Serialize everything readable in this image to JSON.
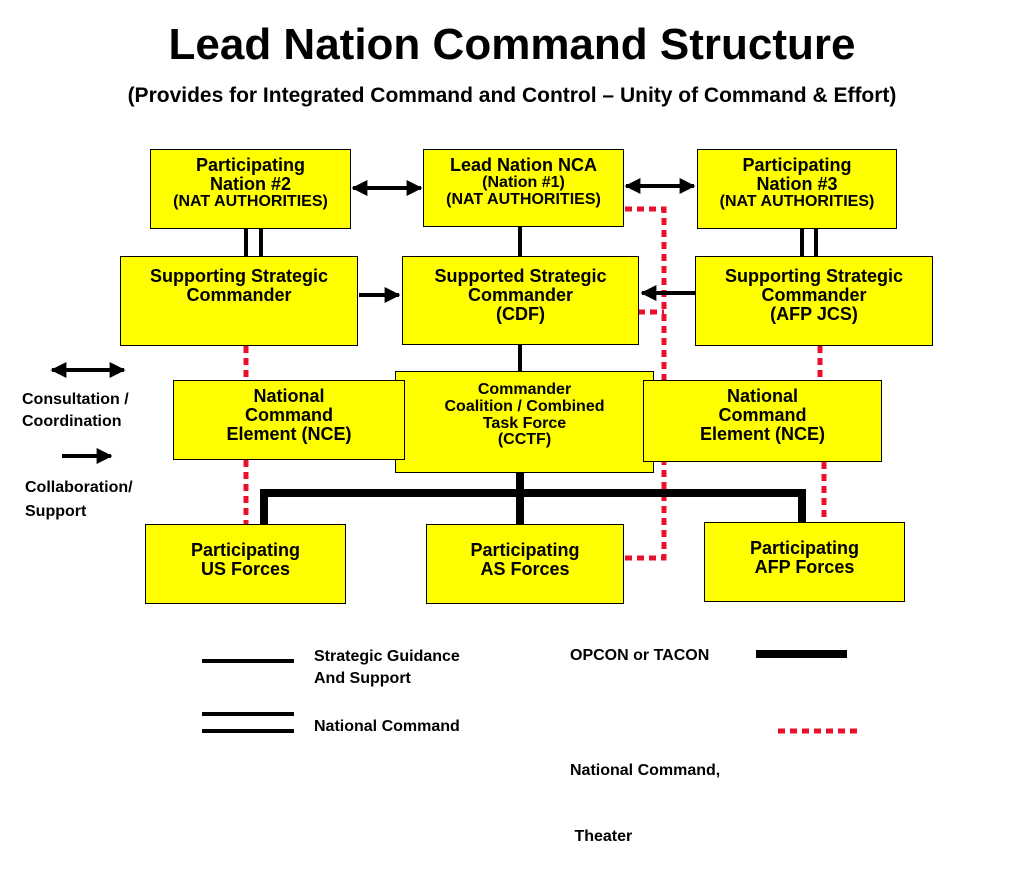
{
  "title": "Lead Nation Command Structure",
  "subtitle": "(Provides for  Integrated Command and Control – Unity of Command & Effort)",
  "boxes": {
    "pn2": {
      "l1": "Participating",
      "l2": "Nation #2",
      "l3": "(NAT AUTHORITIES)"
    },
    "lead_nca": {
      "l1": "Lead Nation NCA",
      "l2": "(Nation #1)",
      "l3": "(NAT AUTHORITIES)"
    },
    "pn3": {
      "l1": "Participating",
      "l2": "Nation #3",
      "l3": "(NAT AUTHORITIES)"
    },
    "ssc_left": {
      "l1": "Supporting Strategic",
      "l2": "Commander"
    },
    "supported_sc": {
      "l1": "Supported Strategic",
      "l2": "Commander",
      "l3": "(CDF)"
    },
    "ssc_right": {
      "l1": "Supporting Strategic",
      "l2": "Commander",
      "l3": "(AFP JCS)"
    },
    "nce_left": {
      "l1": "National",
      "l2": "Command",
      "l3": "Element (NCE)"
    },
    "cctf": {
      "l1": "Commander",
      "l2": "Coalition / Combined",
      "l3": "Task Force",
      "l4": "(CCTF)"
    },
    "nce_right": {
      "l1": "National",
      "l2": "Command",
      "l3": "Element (NCE)"
    },
    "us_forces": {
      "l1": "Participating",
      "l2": "US Forces"
    },
    "as_forces": {
      "l1": "Participating",
      "l2": "AS Forces"
    },
    "afp_forces": {
      "l1": "Participating",
      "l2": "AFP Forces"
    }
  },
  "side_legend": {
    "consultation": {
      "l1": "Consultation /",
      "l2": "Coordination"
    },
    "collaboration": {
      "l1": "Collaboration/",
      "l2": "Support"
    }
  },
  "legend": {
    "strategic": {
      "l1": "Strategic Guidance",
      "l2": "And Support"
    },
    "national_command": "National Command",
    "opcon": "OPCON or TACON",
    "theater": {
      "l1": "National Command,",
      "l2": " Theater"
    }
  },
  "colors": {
    "box_fill": "#ffff00",
    "line": "#000000",
    "dotted": "#e8102a"
  }
}
